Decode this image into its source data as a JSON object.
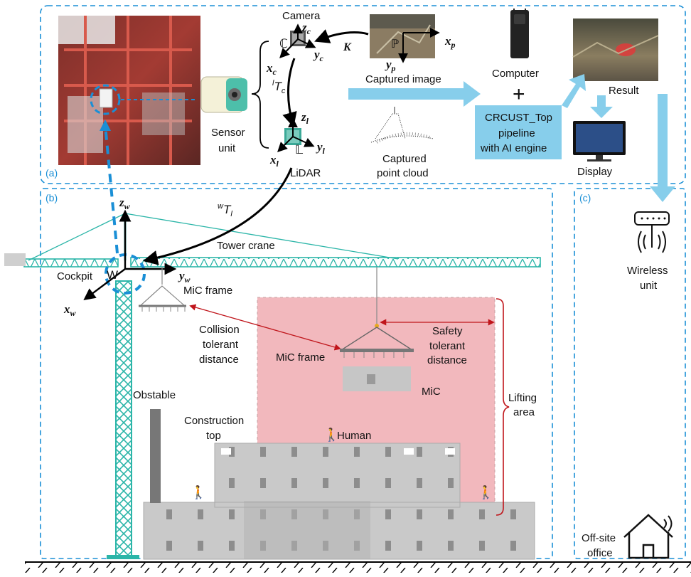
{
  "panels": {
    "a": "(a)",
    "b": "(b)",
    "c": "(c)"
  },
  "sensor": {
    "camera_label": "Camera",
    "camera_frame": "ℂ",
    "lidar_label": "LiDAR",
    "lidar_frame": "𝕃",
    "sensor_unit_line1": "Sensor",
    "sensor_unit_line2": "unit",
    "z_c": "z",
    "z_c_sub": "c",
    "y_c": "y",
    "y_c_sub": "c",
    "x_c": "x",
    "x_c_sub": "c",
    "z_l": "z",
    "z_l_sub": "l",
    "y_l": "y",
    "y_l_sub": "l",
    "x_l": "x",
    "x_l_sub": "l",
    "transform_lc_sup": "l",
    "transform_lc_T": "T",
    "transform_lc_sub": "c",
    "K_label": "K"
  },
  "image": {
    "frame": "ℙ",
    "x_p": "x",
    "x_p_sub": "p",
    "y_p": "y",
    "y_p_sub": "p",
    "captured_image": "Captured image",
    "captured_pc_line1": "Captured",
    "captured_pc_line2": "point cloud"
  },
  "pipeline": {
    "computer": "Computer",
    "result": "Result",
    "display": "Display",
    "plus": "+",
    "ai_line1": "CRCUST_Top",
    "ai_line2": "pipeline",
    "ai_line3": "with AI engine"
  },
  "site": {
    "z_w": "z",
    "z_w_sub": "w",
    "y_w": "y",
    "y_w_sub": "w",
    "x_w": "x",
    "x_w_sub": "w",
    "world_frame": "W",
    "transform_wl_sup": "w",
    "transform_wl_T": "T",
    "transform_wl_sub": "l",
    "tower_crane": "Tower crane",
    "cockpit": "Cockpit",
    "mic_frame_top": "MiC frame",
    "collision_line1": "Collision",
    "collision_line2": "tolerant",
    "collision_line3": "distance",
    "mic_frame_mid": "MiC frame",
    "safety_line1": "Safety",
    "safety_line2": "tolerant",
    "safety_line3": "distance",
    "mic": "MiC",
    "obstable": "Obstable",
    "construction_line1": "Construction",
    "construction_line2": "top",
    "human": "Human",
    "lifting_line1": "Lifting",
    "lifting_line2": "area"
  },
  "offsite": {
    "wireless_line1": "Wireless",
    "wireless_line2": "unit",
    "office_line1": "Off-site",
    "office_line2": "office"
  },
  "colors": {
    "dashed_border": "#1a8fd6",
    "flow_arrow": "#87ceeb",
    "crane": "#2bb5a8",
    "lifting_area": "#f2b8bd",
    "building": "#c4c4c4",
    "red_arrow": "#c0151b"
  }
}
